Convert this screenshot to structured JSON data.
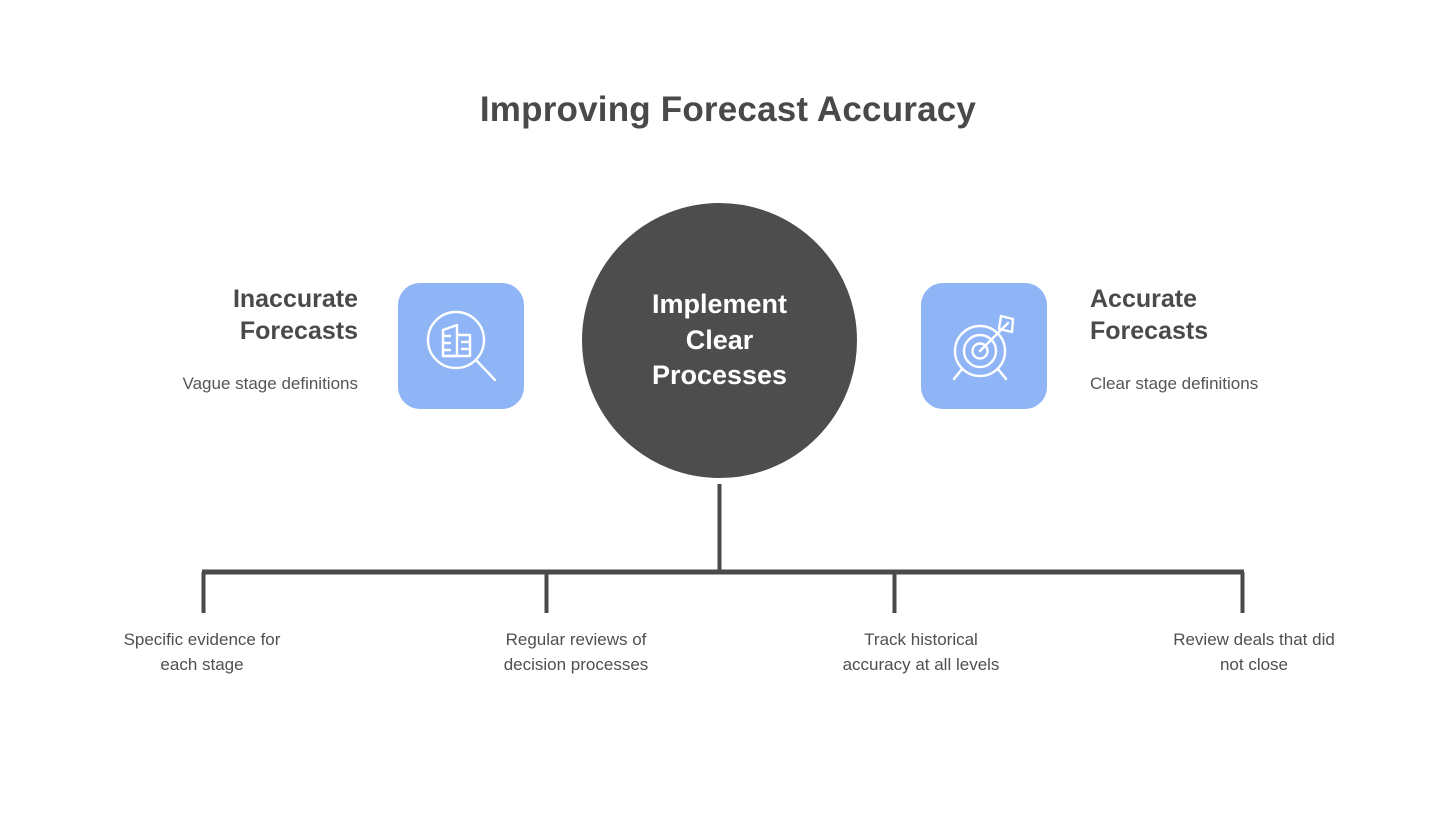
{
  "title": "Improving Forecast Accuracy",
  "center": {
    "label": "Implement\nClear\nProcesses",
    "fill_color": "#4d4d4d",
    "text_color": "#ffffff",
    "border_color": "#ffffff"
  },
  "sides": {
    "left": {
      "heading": "Inaccurate\nForecasts",
      "subtext": "Vague stage definitions",
      "icon_name": "magnifier-chart-icon",
      "icon_tile_color": "#8fb5f7"
    },
    "right": {
      "heading": "Accurate\nForecasts",
      "subtext": "Clear stage definitions",
      "icon_name": "target-arrow-icon",
      "icon_tile_color": "#8fb5f7"
    }
  },
  "branches": [
    {
      "label": "Specific evidence for\neach stage"
    },
    {
      "label": "Regular reviews of\ndecision processes"
    },
    {
      "label": "Track historical\naccuracy at all levels"
    },
    {
      "label": "Review deals that did\nnot close"
    }
  ],
  "colors": {
    "background": "#ffffff",
    "connector": "#4a4a4a",
    "title_text": "#494949",
    "body_text": "#4f4f4f",
    "accent_blue": "#8fb5f7"
  }
}
